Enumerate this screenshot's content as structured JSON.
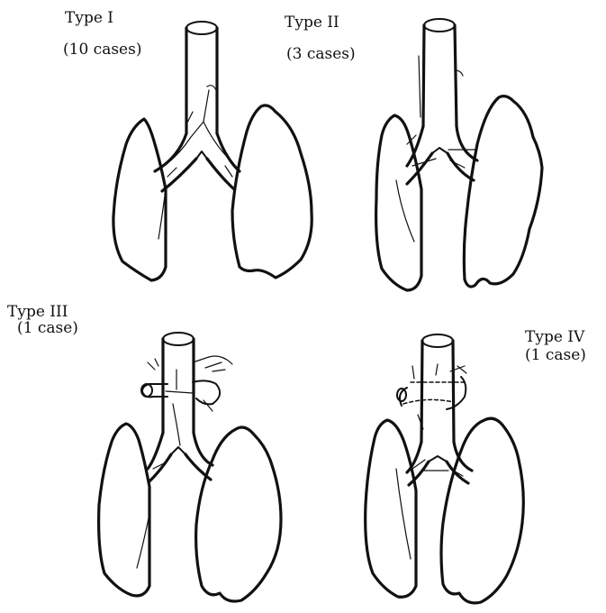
{
  "panels": [
    {
      "type_label": "Type I",
      "cases_label": "(10 cases)"
    },
    {
      "type_label": "Type II",
      "cases_label": "(3 cases)"
    },
    {
      "type_label": "Type III",
      "cases_label": "(1 case)"
    },
    {
      "type_label": "Type IV",
      "cases_label": "(1 case)"
    }
  ],
  "colors": {
    "ink": "#111111",
    "background": "#ffffff"
  }
}
